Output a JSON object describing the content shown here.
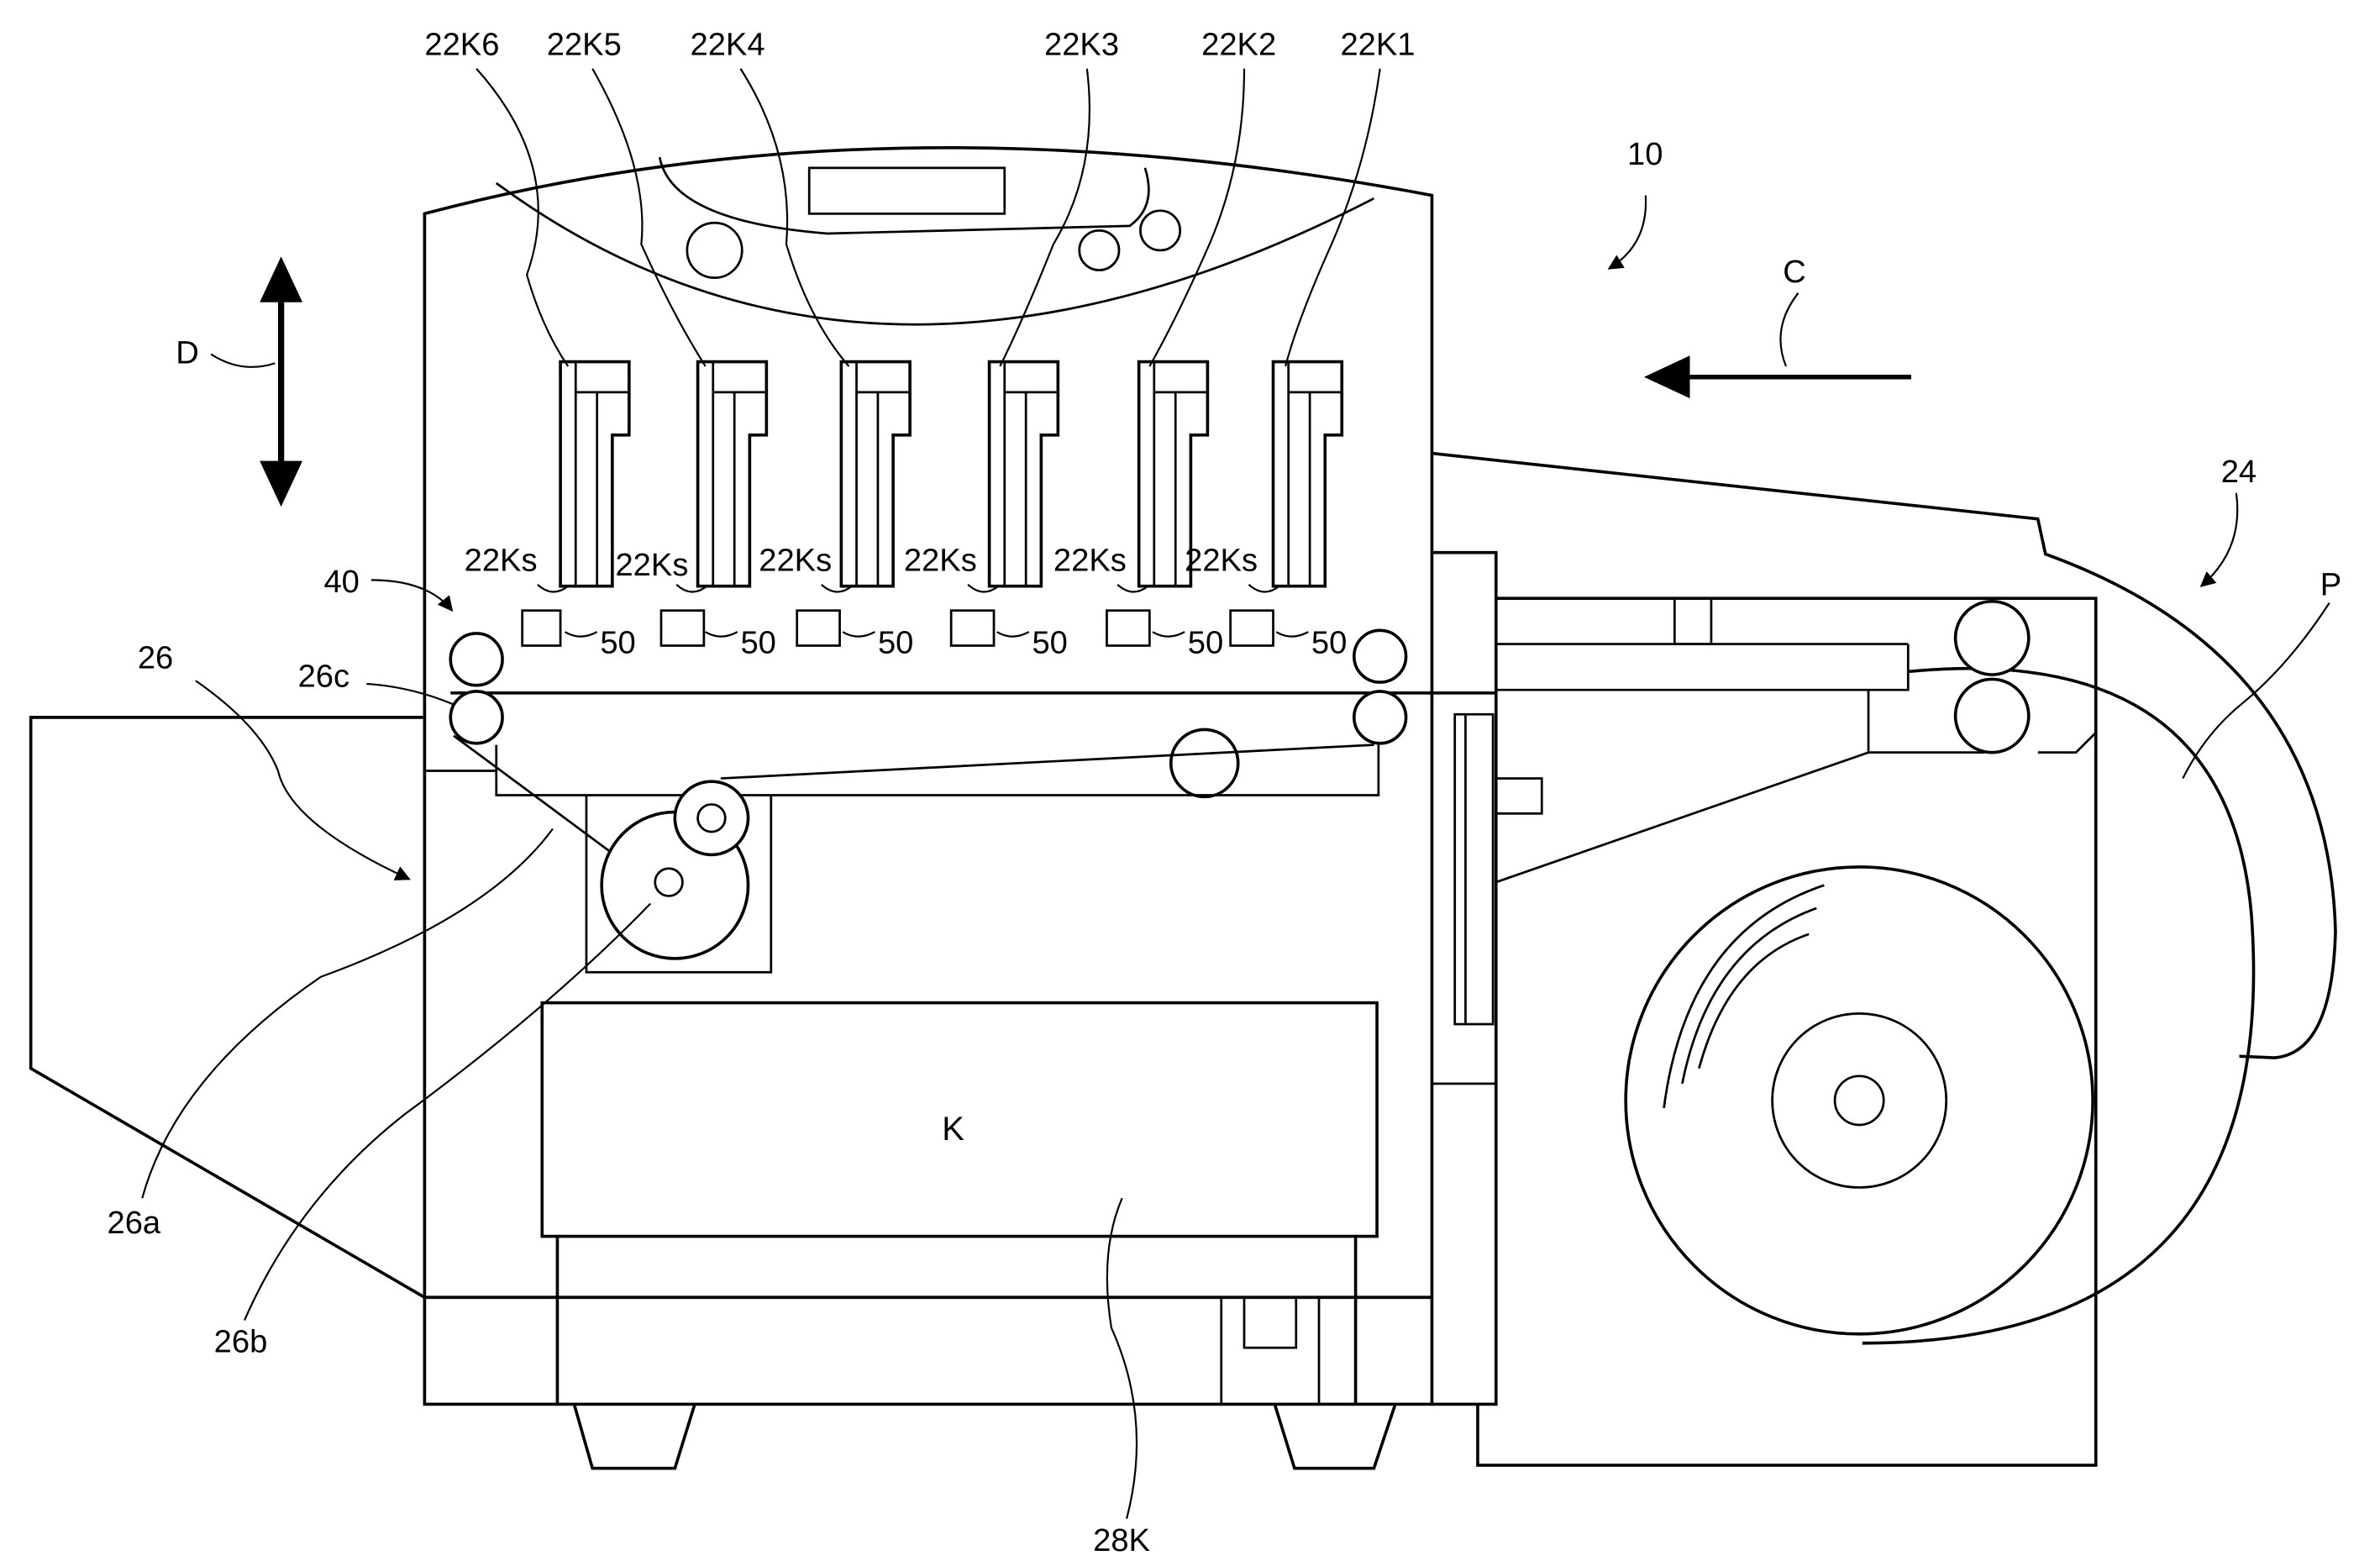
{
  "labels": {
    "device": "10",
    "head_1": "22K1",
    "head_2": "22K2",
    "head_3": "22K3",
    "head_4": "22K4",
    "head_5": "22K5",
    "head_6": "22K6",
    "nozzle_face": "22Ks",
    "sensor": "50",
    "carriage": "40",
    "feed_unit": "24",
    "paper": "P",
    "transport_direction": "C",
    "movement_direction": "D",
    "transport_mechanism": "26",
    "belt": "26a",
    "drive_roller": "26b",
    "roller": "26c",
    "ink_tank": "28K",
    "ink_tank_mark": "K"
  }
}
